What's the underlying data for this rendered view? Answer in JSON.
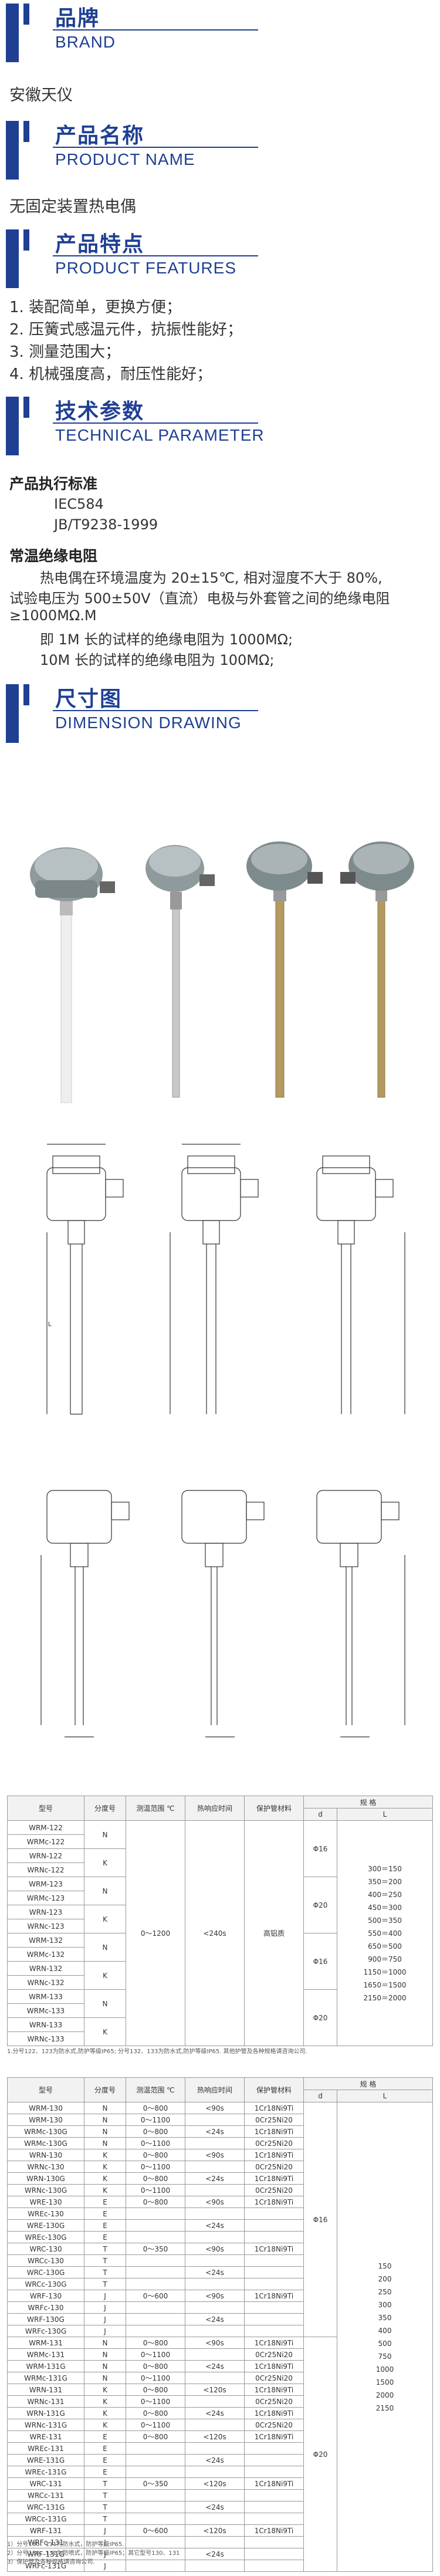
{
  "sections": {
    "brand": {
      "cn": "品牌",
      "en": "BRAND",
      "text": "安徽天仪"
    },
    "name": {
      "cn": "产品名称",
      "en": "PRODUCT NAME",
      "text": "无固定装置热电偶"
    },
    "features": {
      "cn": "产品特点",
      "en": "PRODUCT FEATURES",
      "items": [
        "1. 装配简单，更换方便；",
        "2. 压簧式感温元件，抗振性能好；",
        "3. 测量范围大；",
        "4. 机械强度高，耐压性能好；"
      ]
    },
    "tech": {
      "cn": "技术参数",
      "en": "TECHNICAL PARAMETER",
      "std_title": "产品执行标准",
      "std1": "IEC584",
      "std2": "JB/T9238-1999",
      "ins_title": "常温绝缘电阻",
      "ins_p1": "热电偶在环境温度为 20±15℃, 相对湿度不大于 80%,",
      "ins_p2": "试验电压为 500±50V（直流）电极与外套管之间的绝缘电阻",
      "ins_p3": "≥1000MΩ.M",
      "ins_p4": "即 1M 长的试样的绝缘电阻为 1000MΩ;",
      "ins_p5": "10M 长的试样的绝缘电阻为 100MΩ;"
    },
    "dim": {
      "cn": "尺寸图",
      "en": "DIMENSION DRAWING"
    }
  },
  "table1": {
    "headers": {
      "model": "型号",
      "grad": "分度号",
      "range": "测温范围 ℃",
      "resp": "热响应时间",
      "mat": "保护管材料",
      "spec": "规 格",
      "d": "d",
      "l": "L"
    },
    "models": [
      "WRM-122",
      "WRMc-122",
      "WRN-122",
      "WRNc-122",
      "WRM-123",
      "WRMc-123",
      "WRN-123",
      "WRNc-123",
      "WRM-132",
      "WRMc-132",
      "WRN-132",
      "WRNc-132",
      "WRM-133",
      "WRMc-133",
      "WRN-133",
      "WRNc-133"
    ],
    "grads": [
      "N",
      "K",
      "N",
      "K",
      "N",
      "K",
      "N",
      "K"
    ],
    "range": "0～1200",
    "resp": "<240s",
    "mat": "高铝质",
    "d": [
      "Φ16",
      "Φ20",
      "Φ16",
      "Φ20"
    ],
    "l": [
      "300＝150",
      "350＝200",
      "400＝250",
      "450＝300",
      "500＝350",
      "550＝400",
      "650＝500",
      "900＝750",
      "1150＝1000",
      "1650＝1500",
      "2150＝2000"
    ],
    "note": "1.分号122、123为防水式,防护等级IP65; 分号132、133为防水式,防护等级IP65.  其他护管及各种规格请咨询公司."
  },
  "table2": {
    "headers": {
      "model": "型号",
      "grad": "分度号",
      "range": "测温范围 ℃",
      "resp": "热响应时间",
      "mat": "保护管材料",
      "spec": "规 格",
      "d": "d",
      "l": "L"
    },
    "rows": [
      [
        "WRM-130",
        "N",
        "0～800",
        "<90s",
        "1Cr18Ni9Ti"
      ],
      [
        "WRM-130",
        "N",
        "0～1100",
        "",
        "0Cr25Ni20"
      ],
      [
        "WRMc-130G",
        "N",
        "0～800",
        "<24s",
        "1Cr18Ni9Ti"
      ],
      [
        "WRMc-130G",
        "N",
        "0～1100",
        "",
        "0Cr25Ni20"
      ],
      [
        "WRN-130",
        "K",
        "0～800",
        "<90s",
        "1Cr18Ni9Ti"
      ],
      [
        "WRNc-130",
        "K",
        "0～1100",
        "",
        "0Cr25Ni20"
      ],
      [
        "WRN-130G",
        "K",
        "0～800",
        "<24s",
        "1Cr18Ni9Ti"
      ],
      [
        "WRNc-130G",
        "K",
        "0～1100",
        "",
        "0Cr25Ni20"
      ],
      [
        "WRE-130",
        "E",
        "0～800",
        "<90s",
        "1Cr18Ni9Ti"
      ],
      [
        "WREc-130",
        "E",
        "",
        "",
        ""
      ],
      [
        "WRE-130G",
        "E",
        "",
        "<24s",
        ""
      ],
      [
        "WREc-130G",
        "E",
        "",
        "",
        ""
      ],
      [
        "WRC-130",
        "T",
        "0～350",
        "<90s",
        "1Cr18Ni9Ti"
      ],
      [
        "WRCc-130",
        "T",
        "",
        "",
        ""
      ],
      [
        "WRC-130G",
        "T",
        "",
        "<24s",
        ""
      ],
      [
        "WRCc-130G",
        "T",
        "",
        "",
        ""
      ],
      [
        "WRF-130",
        "J",
        "0～600",
        "<90s",
        "1Cr18Ni9Ti"
      ],
      [
        "WRFc-130",
        "J",
        "",
        "",
        ""
      ],
      [
        "WRF-130G",
        "J",
        "",
        "<24s",
        ""
      ],
      [
        "WRFc-130G",
        "J",
        "",
        "",
        ""
      ],
      [
        "WRM-131",
        "N",
        "0～800",
        "<90s",
        "1Cr18Ni9Ti"
      ],
      [
        "WRMc-131",
        "N",
        "0～1100",
        "",
        "0Cr25Ni20"
      ],
      [
        "WRM-131G",
        "N",
        "0～800",
        "<24s",
        "1Cr18Ni9Ti"
      ],
      [
        "WRMc-131G",
        "N",
        "0～1100",
        "",
        "0Cr25Ni20"
      ],
      [
        "WRN-131",
        "K",
        "0～800",
        "<120s",
        "1Cr18Ni9Ti"
      ],
      [
        "WRNc-131",
        "K",
        "0～1100",
        "",
        "0Cr25Ni20"
      ],
      [
        "WRN-131G",
        "K",
        "0～800",
        "<24s",
        "1Cr18Ni9Ti"
      ],
      [
        "WRNc-131G",
        "K",
        "0～1100",
        "",
        "0Cr25Ni20"
      ],
      [
        "WRE-131",
        "E",
        "0～800",
        "<120s",
        "1Cr18Ni9Ti"
      ],
      [
        "WREc-131",
        "E",
        "",
        "",
        ""
      ],
      [
        "WRE-131G",
        "E",
        "",
        "<24s",
        ""
      ],
      [
        "WREc-131G",
        "E",
        "",
        "",
        ""
      ],
      [
        "WRC-131",
        "T",
        "0～350",
        "<120s",
        "1Cr18Ni9Ti"
      ],
      [
        "WRCc-131",
        "T",
        "",
        "",
        ""
      ],
      [
        "WRC-131G",
        "T",
        "",
        "<24s",
        ""
      ],
      [
        "WRCc-131G",
        "T",
        "",
        "",
        ""
      ],
      [
        "WRF-131",
        "J",
        "0～600",
        "<120s",
        "1Cr18Ni9Ti"
      ],
      [
        "WRFc-131",
        "J",
        "",
        "",
        ""
      ],
      [
        "WRF-131G",
        "J",
        "",
        "<24s",
        ""
      ],
      [
        "WRFc-131G",
        "J",
        "",
        "",
        ""
      ]
    ],
    "d": [
      "Φ16",
      "Φ20"
    ],
    "l": [
      "150",
      "200",
      "250",
      "300",
      "350",
      "400",
      "500",
      "750",
      "1000",
      "1500",
      "2000",
      "2150"
    ],
    "note1": "1）分号130、131为防水式，防护等级IP65.",
    "note2": "2）分号130、131为防喷式，防护等级IP65；其它型号130、131",
    "note3": "3）保护管及各种规格请咨询公司."
  },
  "colors": {
    "brand": "#1f3f93",
    "border": "#999999"
  }
}
